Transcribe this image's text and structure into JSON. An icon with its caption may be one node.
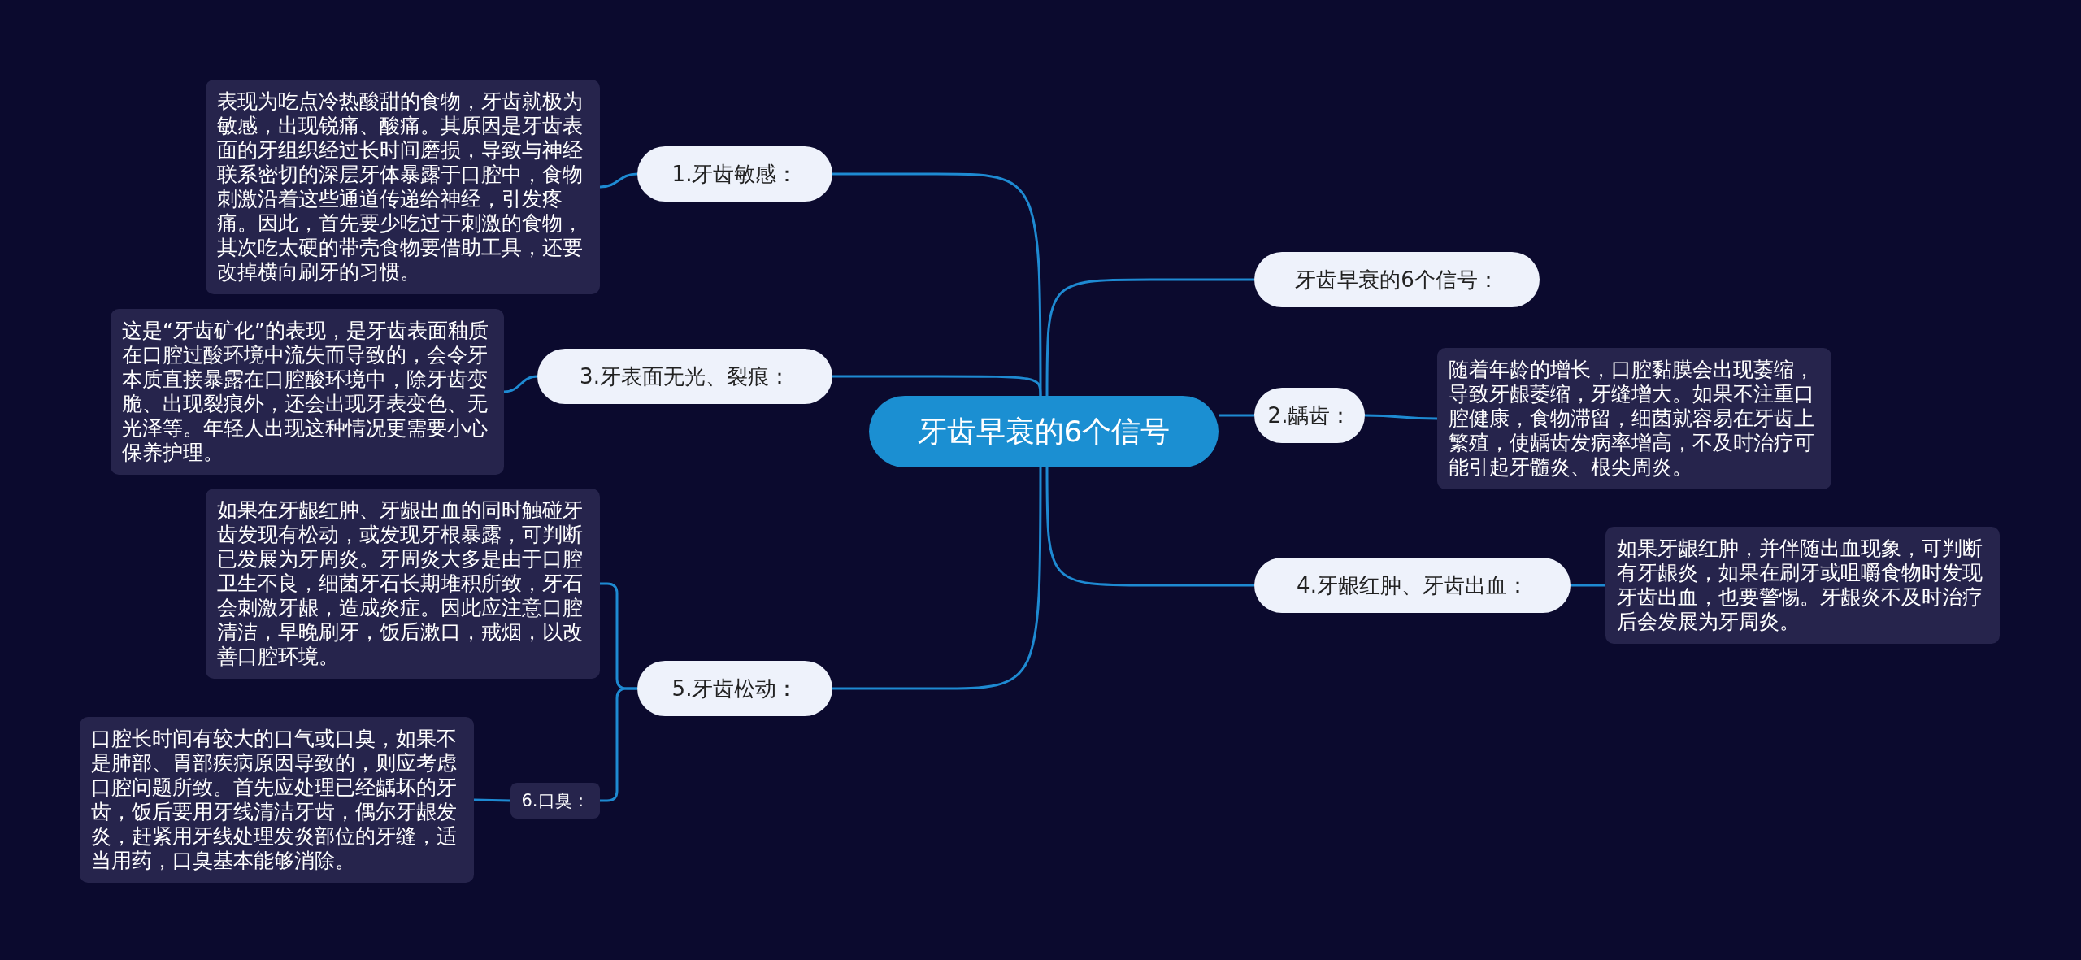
{
  "diagram": {
    "nodes": [
      {
        "text": [
          "牙齿早衰的6个信号"
        ]
      },
      {
        "text": [
          "1.牙齿敏感："
        ]
      },
      {
        "text": [
          "表现为吃点冷热酸甜的食物，牙齿就极为敏感，出现锐痛、酸痛。其原因是牙齿表面的牙组织经过长时间磨损，导致与神经联系密切的深层牙体暴露于口腔中，食物刺激沿着这些通道传递给神经，引发疼痛。因此，首先要少吃过于刺激的食物，其次吃太硬的带壳食物要借助工具，还要改掉横向刷牙的习惯。"
        ]
      },
      {
        "text": [
          "牙齿早衰的6个信号："
        ]
      },
      {
        "text": [
          "3.牙表面无光、裂痕："
        ]
      },
      {
        "text": [
          "这是“牙齿矿化”的表现，是牙齿表面釉质在口腔过酸环境中流失而导致的，会令牙本质直接暴露在口腔酸环境中，除牙齿变脆、出现裂痕外，还会出现牙表变色、无光泽等。年轻人出现这种情况更需要小心保养护理。"
        ]
      },
      {
        "text": [
          "2.龋齿："
        ]
      },
      {
        "text": [
          "随着年龄的增长，口腔黏膜会出现萎缩，导致牙龈萎缩，牙缝增大。如果不注重口腔健康，食物滞留，细菌就容易在牙齿上繁殖，使龋齿发病率增高，不及时治疗可能引起牙髓炎、根尖周炎。"
        ]
      },
      {
        "text": [
          "4.牙龈红肿、牙齿出血："
        ]
      },
      {
        "text": [
          "如果牙龈红肿，并伴随出血现象，可判断有牙龈炎，如果在刷牙或咀嚼食物时发现牙齿出血，也要警惕。牙龈炎不及时治疗后会发展为牙周炎。"
        ]
      },
      {
        "text": [
          "5.牙齿松动："
        ]
      },
      {
        "text": [
          "如果在牙龈红肿、牙龈出血的同时触碰牙齿发现有松动，或发现牙根暴露，可判断已发展为牙周炎。牙周炎大多是由于口腔卫生不良，细菌牙石长期堆积所致，牙石会刺激牙龈，造成炎症。因此应注意口腔清洁，早晚刷牙，饭后漱口，戒烟，以改善口腔环境。"
        ]
      },
      {
        "text": [
          "6.口臭："
        ]
      },
      {
        "text": [
          "口腔长时间有较大的口气或口臭，如果不是肺部、胃部疾病原因导致的，则应考虑口腔问题所致。首先应处理已经龋坏的牙齿，饭后要用牙线清洁牙齿，偶尔牙龈发炎，赶紧用牙线处理发炎部位的牙缝，适当用药，口臭基本能够消除。"
        ]
      }
    ],
    "edges": [
      {
        "from": 0,
        "to": 1,
        "arrow": "none"
      },
      {
        "from": 1,
        "to": 2,
        "arrow": "none"
      },
      {
        "from": 0,
        "to": 3,
        "arrow": "none"
      },
      {
        "from": 0,
        "to": 4,
        "arrow": "none"
      },
      {
        "from": 4,
        "to": 5,
        "arrow": "none"
      },
      {
        "from": 0,
        "to": 6,
        "arrow": "none"
      },
      {
        "from": 6,
        "to": 7,
        "arrow": "none"
      },
      {
        "from": 0,
        "to": 8,
        "arrow": "none"
      },
      {
        "from": 8,
        "to": 9,
        "arrow": "none"
      },
      {
        "from": 0,
        "to": 10,
        "arrow": "none"
      },
      {
        "from": 10,
        "to": 11,
        "arrow": "none"
      },
      {
        "from": 10,
        "to": 12,
        "arrow": "none"
      },
      {
        "from": 12,
        "to": 13,
        "arrow": "none"
      }
    ]
  }
}
